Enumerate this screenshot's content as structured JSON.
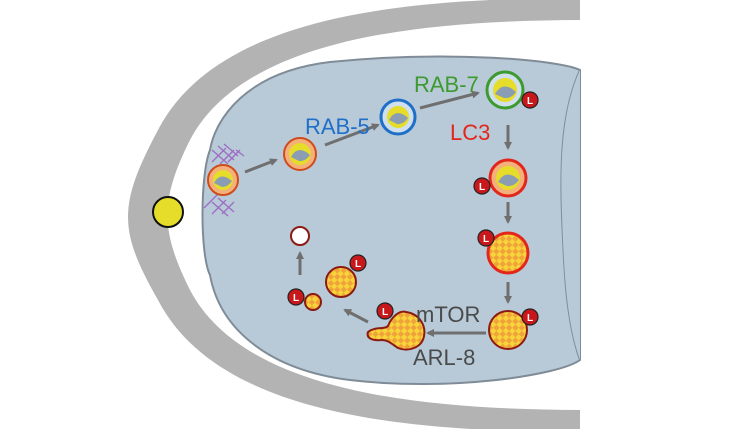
{
  "labels": {
    "rab5": "RAB-5",
    "rab7": "RAB-7",
    "lc3": "LC3",
    "mtor": "mTOR",
    "arl8": "ARL-8",
    "lysosome_marker": "L"
  },
  "colors": {
    "outer_ring": "#b3b3b3",
    "cell_fill": "#b8cad8",
    "cell_stroke": "#7f8c97",
    "rab5": "#1f6fc8",
    "rab7": "#3c9a2e",
    "lc3": "#e3261c",
    "text_gray": "#4a4a4a",
    "arrow": "#6f6f6f",
    "corpse": "#e6dc2a",
    "lysosome": "#c9181b",
    "degradation_yellow": "#f7d43a",
    "degradation_orange": "#f0a33a",
    "integrin_purple": "#9d6cc4"
  }
}
